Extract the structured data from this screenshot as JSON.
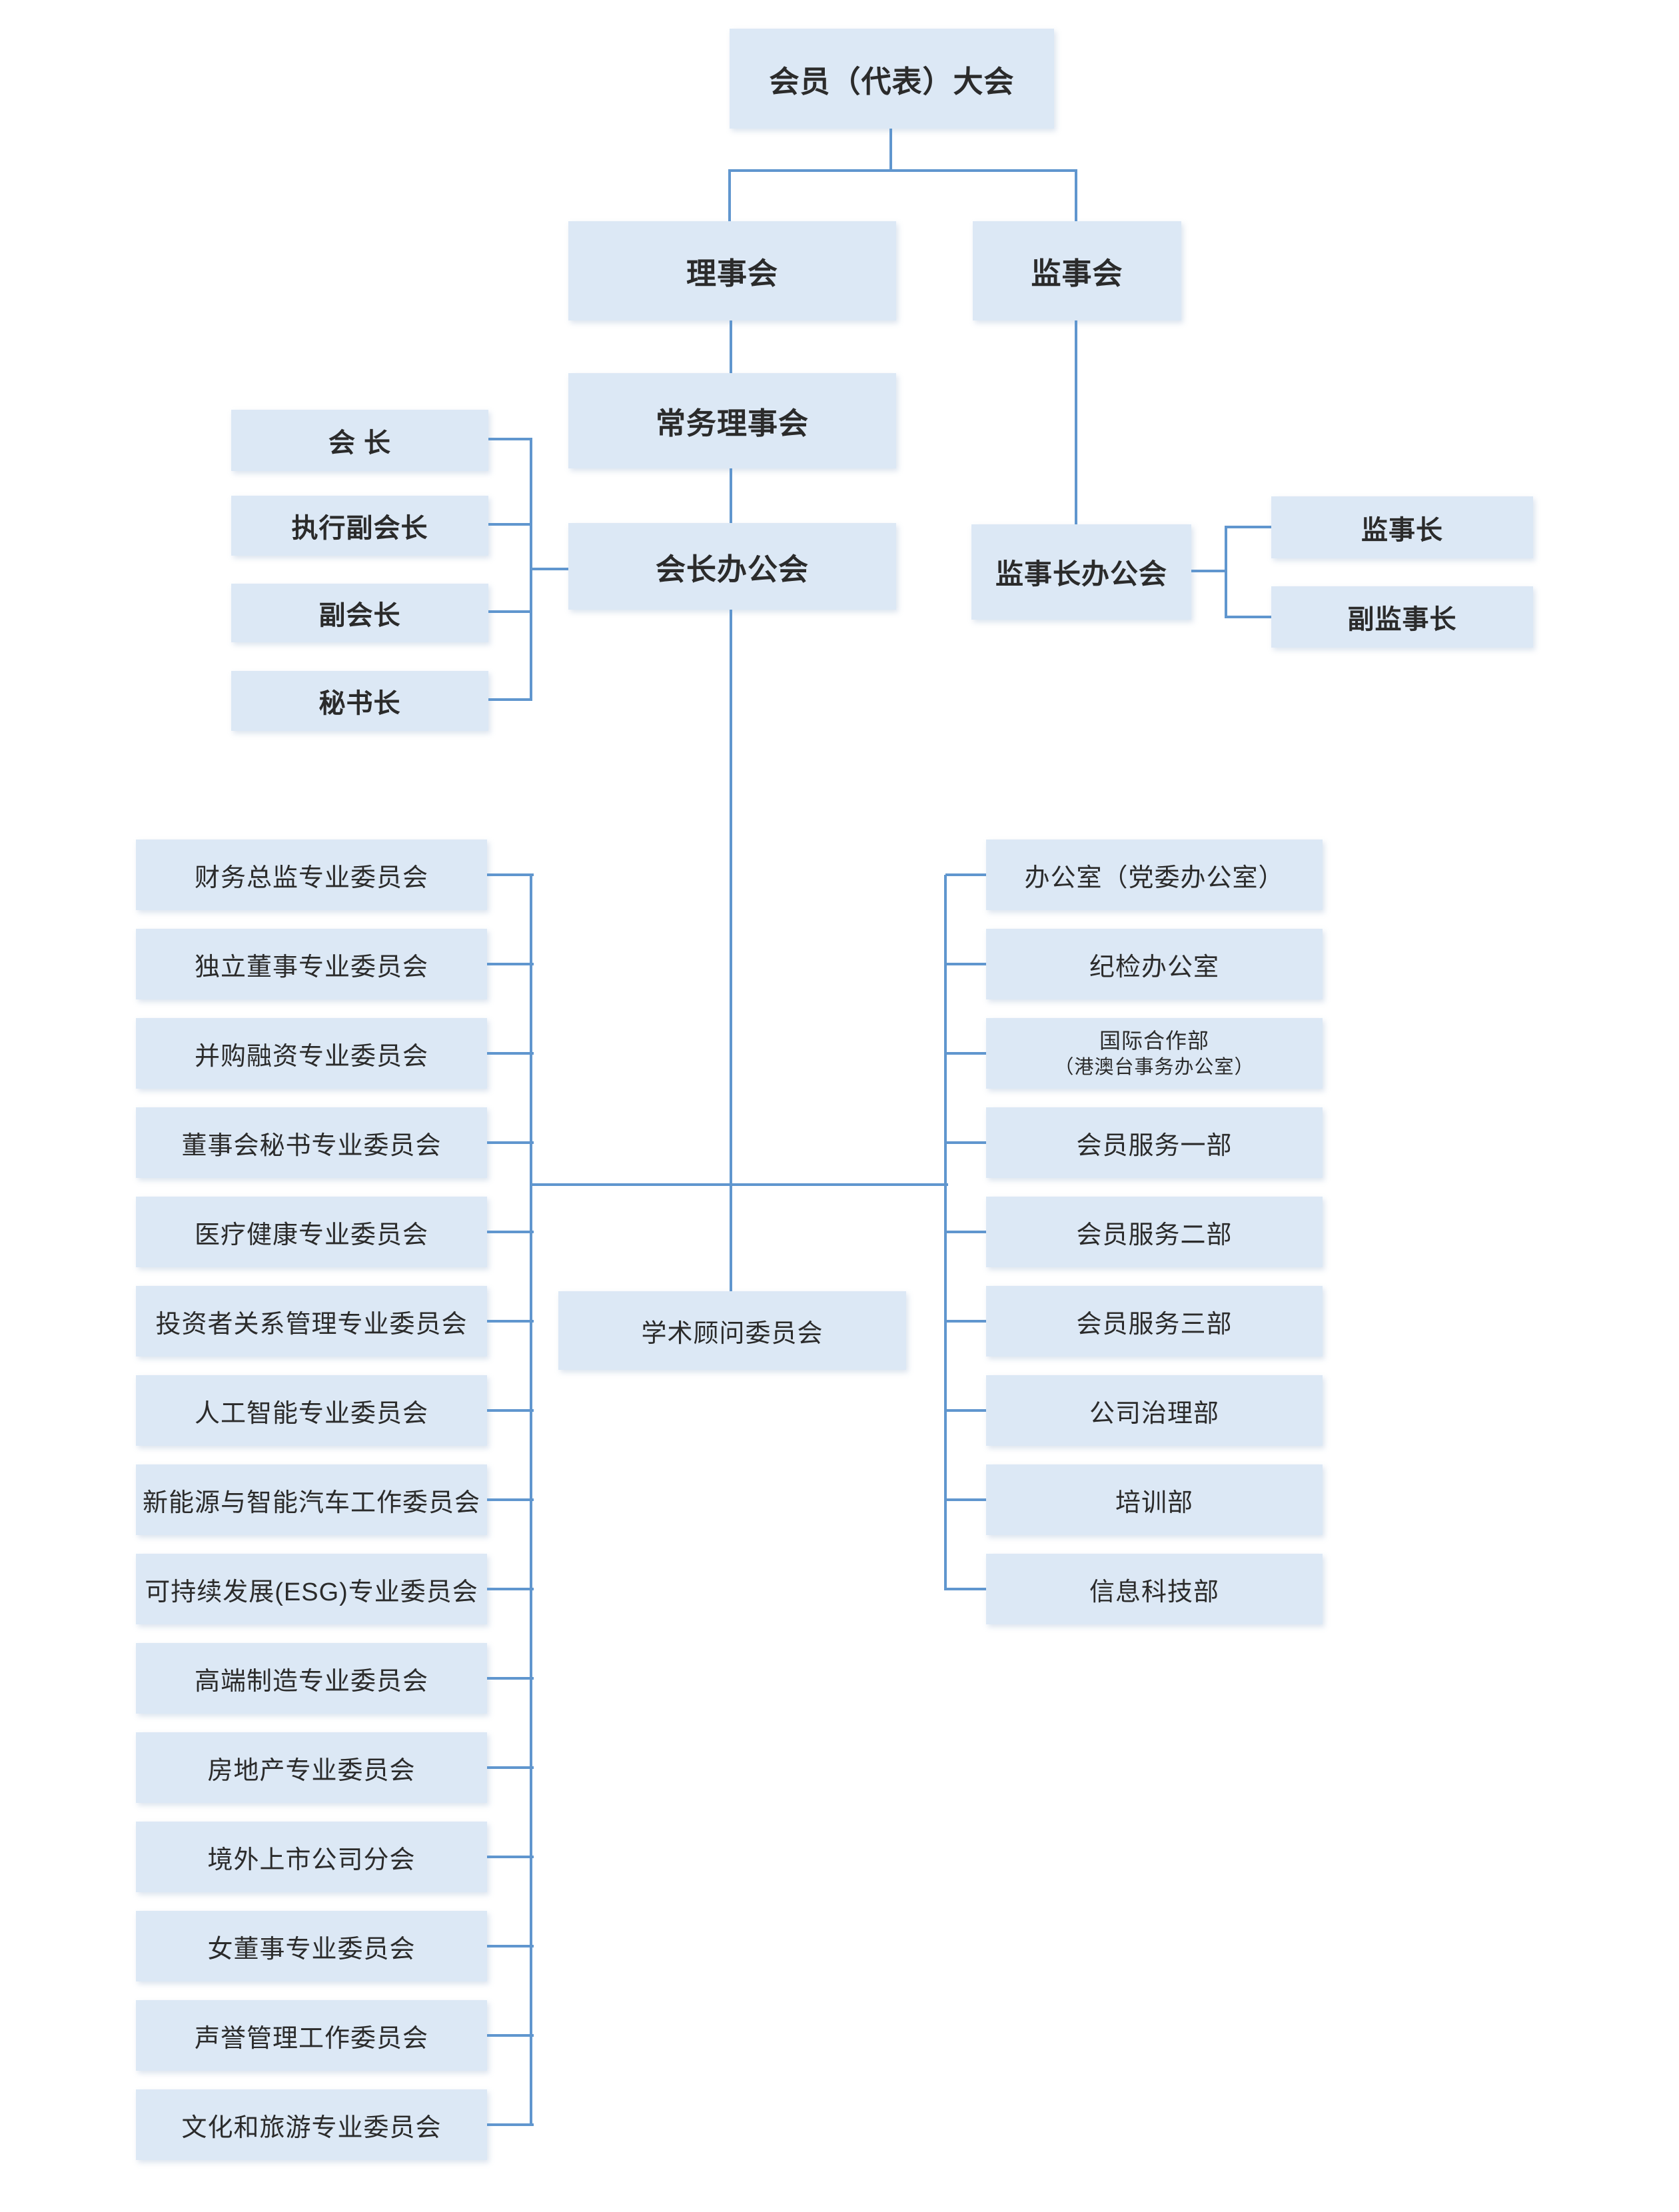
{
  "colors": {
    "background": "#ffffff",
    "node_fill": "#dce8f5",
    "line": "#6096ce",
    "text": "#2b2b2b"
  },
  "nodes": {
    "congress": {
      "label": "会员（代表）大会"
    },
    "council": {
      "label": "理事会"
    },
    "supervisory_board": {
      "label": "监事会"
    },
    "standing_council": {
      "label": "常务理事会"
    },
    "president_office": {
      "label": "会长办公会"
    },
    "president": {
      "label": "会 长"
    },
    "executive_vice_president": {
      "label": "执行副会长"
    },
    "vice_president": {
      "label": "副会长"
    },
    "secretary_general": {
      "label": "秘书长"
    },
    "supervisor_office": {
      "label": "监事长办公会"
    },
    "chief_supervisor": {
      "label": "监事长"
    },
    "deputy_chief_supervisor": {
      "label": "副监事长"
    },
    "academic_advisory": {
      "label": "学术顾问委员会"
    }
  },
  "committees": [
    {
      "label": "财务总监专业委员会"
    },
    {
      "label": "独立董事专业委员会"
    },
    {
      "label": "并购融资专业委员会"
    },
    {
      "label": "董事会秘书专业委员会"
    },
    {
      "label": "医疗健康专业委员会"
    },
    {
      "label": "投资者关系管理专业委员会"
    },
    {
      "label": "人工智能专业委员会"
    },
    {
      "label": "新能源与智能汽车工作委员会"
    },
    {
      "label": "可持续发展(ESG)专业委员会"
    },
    {
      "label": "高端制造专业委员会"
    },
    {
      "label": "房地产专业委员会"
    },
    {
      "label": "境外上市公司分会"
    },
    {
      "label": "女董事专业委员会"
    },
    {
      "label": "声誉管理工作委员会"
    },
    {
      "label": "文化和旅游专业委员会"
    }
  ],
  "departments": [
    {
      "label": "办公室（党委办公室）"
    },
    {
      "label": "纪检办公室"
    },
    {
      "label": "国际合作部",
      "sublabel": "（港澳台事务办公室）"
    },
    {
      "label": "会员服务一部"
    },
    {
      "label": "会员服务二部"
    },
    {
      "label": "会员服务三部"
    },
    {
      "label": "公司治理部"
    },
    {
      "label": "培训部"
    },
    {
      "label": "信息科技部"
    }
  ]
}
